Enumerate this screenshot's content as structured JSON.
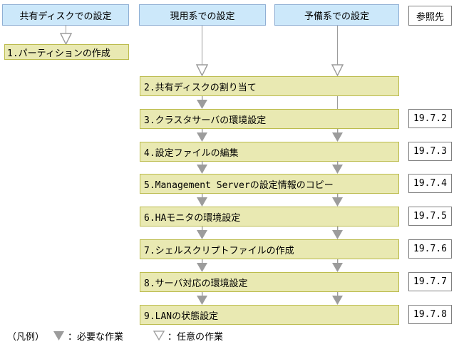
{
  "diagram": {
    "title_implicit": "",
    "headers": [
      {
        "label": "共有ディスクでの設定"
      },
      {
        "label": "現用系での設定"
      },
      {
        "label": "予備系での設定"
      }
    ],
    "reference_header": "参照先",
    "shared_disk_step": {
      "label": "1.パーティションの作成"
    },
    "steps": [
      {
        "label": "2.共有ディスクの割り当て",
        "ref": ""
      },
      {
        "label": "3.クラスタサーバの環境設定",
        "ref": "19.7.2"
      },
      {
        "label": "4.設定ファイルの編集",
        "ref": "19.7.3"
      },
      {
        "label": "5.Management Serverの設定情報のコピー",
        "ref": "19.7.4"
      },
      {
        "label": "6.HAモニタの環境設定",
        "ref": "19.7.5"
      },
      {
        "label": "7.シェルスクリプトファイルの作成",
        "ref": "19.7.6"
      },
      {
        "label": "8.サーバ対応の環境設定",
        "ref": "19.7.7"
      },
      {
        "label": "9.LANの状態設定",
        "ref": "19.7.8"
      }
    ],
    "legend": {
      "prefix": "（凡例）",
      "items": [
        {
          "icon": "required-arrow-icon",
          "label": "：必要な作業"
        },
        {
          "icon": "optional-arrow-icon",
          "label": "：任意の作業"
        }
      ]
    },
    "colors": {
      "header_fill": "#cce8fa",
      "header_border": "#8fafd4",
      "step_fill": "#e9e9b2",
      "step_border": "#bcbc4e",
      "reference_border": "#808080",
      "arrow_gray": "#9c9c9c"
    }
  }
}
